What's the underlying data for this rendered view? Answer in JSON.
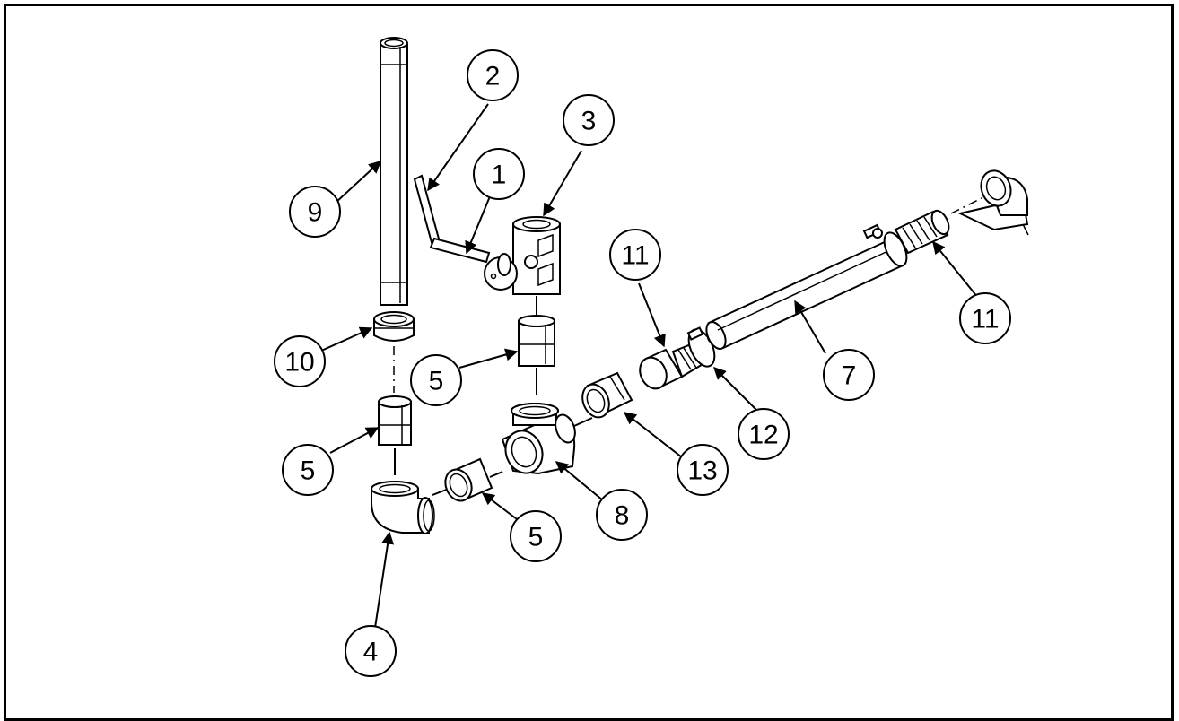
{
  "diagram": {
    "callouts": [
      {
        "id": "c1",
        "label": "1"
      },
      {
        "id": "c2",
        "label": "2"
      },
      {
        "id": "c3",
        "label": "3"
      },
      {
        "id": "c4",
        "label": "4"
      },
      {
        "id": "c5a",
        "label": "5"
      },
      {
        "id": "c5b",
        "label": "5"
      },
      {
        "id": "c5c",
        "label": "5"
      },
      {
        "id": "c7",
        "label": "7"
      },
      {
        "id": "c8",
        "label": "8"
      },
      {
        "id": "c9",
        "label": "9"
      },
      {
        "id": "c10",
        "label": "10"
      },
      {
        "id": "c11a",
        "label": "11"
      },
      {
        "id": "c11b",
        "label": "11"
      },
      {
        "id": "c12",
        "label": "12"
      },
      {
        "id": "c13",
        "label": "13"
      }
    ]
  }
}
